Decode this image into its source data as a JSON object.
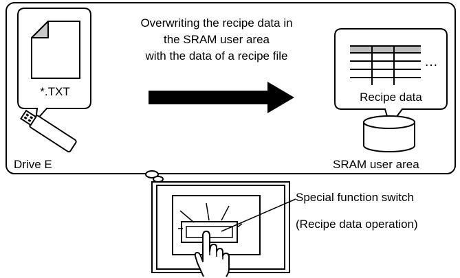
{
  "caption": {
    "line1": "Overwriting the recipe data in",
    "line2": "the SRAM user area",
    "line3": "with the data of a recipe file"
  },
  "file_label": "*.TXT",
  "drive_label": "Drive E",
  "recipe_label": "Recipe data",
  "ellipsis": "…",
  "sram_label": "SRAM user area",
  "switch_label": "Special function switch",
  "switch_sublabel": "(Recipe data operation)",
  "colors": {
    "stroke": "#000000",
    "fold": "#c8c8c8",
    "table_header": "#bdbdbd",
    "arrow": "#000000"
  },
  "icons": [
    "document-icon",
    "usb-drive-icon",
    "database-icon",
    "hand-pointer-icon",
    "monitor-icon"
  ]
}
